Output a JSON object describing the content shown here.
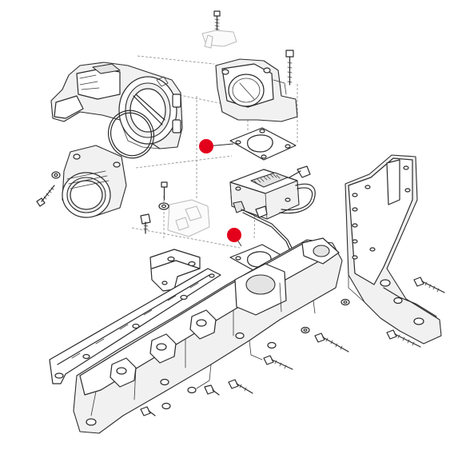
{
  "diagram": {
    "type": "exploded-parts-view",
    "background_color": "#ffffff",
    "line_color": "#2b2b2b",
    "highlight_color": "#e3001b",
    "callouts": [
      {
        "target": "upper-gasket",
        "color": "#e3001b"
      },
      {
        "target": "lower-gasket",
        "color": "#e3001b"
      }
    ]
  }
}
